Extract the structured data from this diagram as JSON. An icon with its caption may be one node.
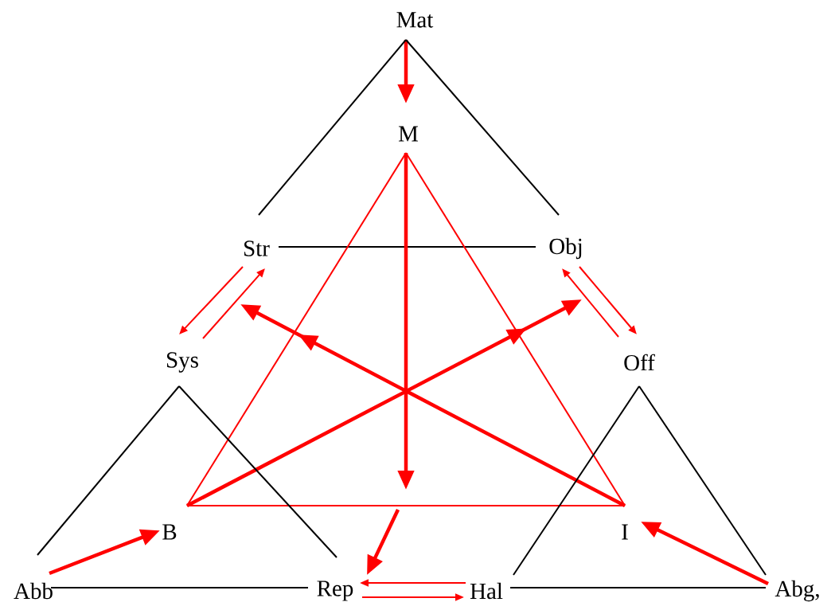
{
  "diagram": {
    "nodes": [
      {
        "text": [
          "Mat"
        ]
      },
      {
        "text": [
          "M"
        ]
      },
      {
        "text": [
          "Str"
        ]
      },
      {
        "text": [
          "Obj"
        ]
      },
      {
        "text": [
          "Sys"
        ]
      },
      {
        "text": [
          "Off"
        ]
      },
      {
        "text": [
          "B"
        ]
      },
      {
        "text": [
          "I"
        ]
      },
      {
        "text": [
          "Abb"
        ]
      },
      {
        "text": [
          "Rep"
        ]
      },
      {
        "text": [
          "Hal"
        ]
      },
      {
        "text": [
          "Abg,"
        ]
      }
    ],
    "edges": [
      {
        "from": 0,
        "to": 1,
        "arrow": "to",
        "style": "thick"
      },
      {
        "from": 0,
        "to": 2,
        "arrow": "none",
        "color": "#000000"
      },
      {
        "from": 0,
        "to": 3,
        "arrow": "none",
        "color": "#000000"
      },
      {
        "from": 2,
        "to": 3,
        "arrow": "none",
        "color": "#000000"
      },
      {
        "from": 1,
        "to": 6,
        "arrow": "none"
      },
      {
        "from": 1,
        "to": 7,
        "arrow": "none"
      },
      {
        "from": 6,
        "to": 7,
        "arrow": "none"
      },
      {
        "from": 2,
        "to": 4,
        "arrow": "to"
      },
      {
        "from": 4,
        "to": 2,
        "arrow": "to"
      },
      {
        "from": 5,
        "to": 3,
        "arrow": "to"
      },
      {
        "from": 3,
        "to": 5,
        "arrow": "to"
      },
      {
        "from": 7,
        "to": 2,
        "arrow": "to",
        "style": "thick"
      },
      {
        "from": 6,
        "to": 3,
        "arrow": "to",
        "style": "thick"
      },
      {
        "from": 1,
        "to": null,
        "arrow": "to",
        "style": "thick"
      },
      {
        "from": null,
        "to": 9,
        "arrow": "to",
        "style": "thick"
      },
      {
        "from": 8,
        "to": 6,
        "arrow": "to",
        "style": "thick"
      },
      {
        "from": 11,
        "to": 7,
        "arrow": "to",
        "style": "thick"
      },
      {
        "from": 10,
        "to": 9,
        "arrow": "to"
      },
      {
        "from": 9,
        "to": 10,
        "arrow": "to"
      },
      {
        "from": 4,
        "to": 8,
        "arrow": "none",
        "color": "#000000"
      },
      {
        "from": 4,
        "to": 9,
        "arrow": "none",
        "color": "#000000"
      },
      {
        "from": 8,
        "to": 9,
        "arrow": "none",
        "color": "#000000"
      },
      {
        "from": 5,
        "to": 10,
        "arrow": "none",
        "color": "#000000"
      },
      {
        "from": 5,
        "to": 11,
        "arrow": "none",
        "color": "#000000"
      },
      {
        "from": 10,
        "to": 11,
        "arrow": "none",
        "color": "#000000"
      }
    ]
  }
}
